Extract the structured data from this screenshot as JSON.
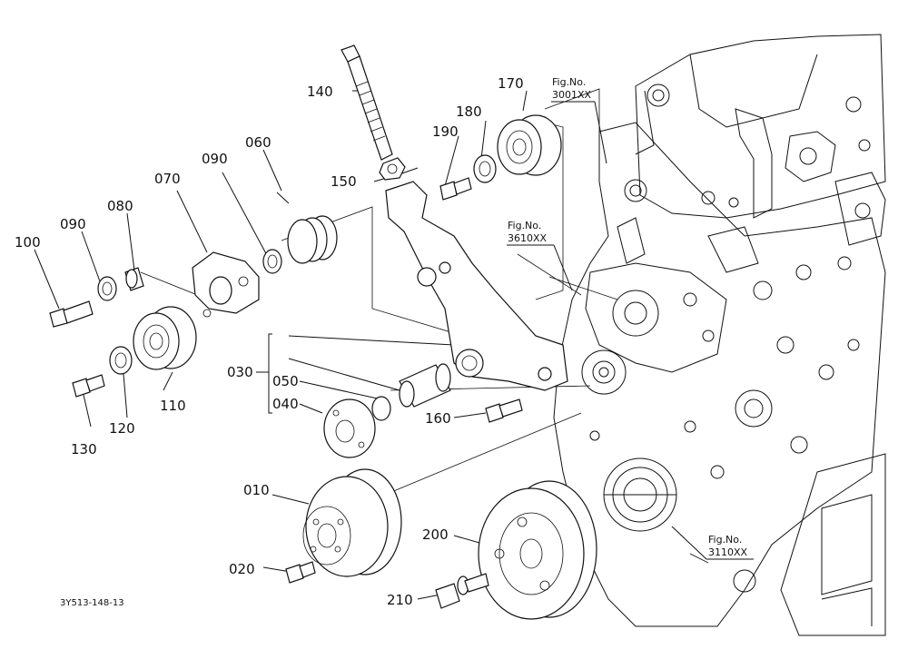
{
  "drawing_code": "3Y513-148-13",
  "fig_refs": [
    {
      "label": "Fig.No.",
      "number": "3001XX"
    },
    {
      "label": "Fig.No.",
      "number": "3610XX"
    },
    {
      "label": "Fig.No.",
      "number": "3110XX"
    }
  ],
  "callouts": [
    "010",
    "020",
    "030",
    "040",
    "050",
    "060",
    "070",
    "080",
    "090",
    "090",
    "100",
    "110",
    "120",
    "130",
    "140",
    "150",
    "160",
    "170",
    "180",
    "190",
    "200",
    "210"
  ]
}
